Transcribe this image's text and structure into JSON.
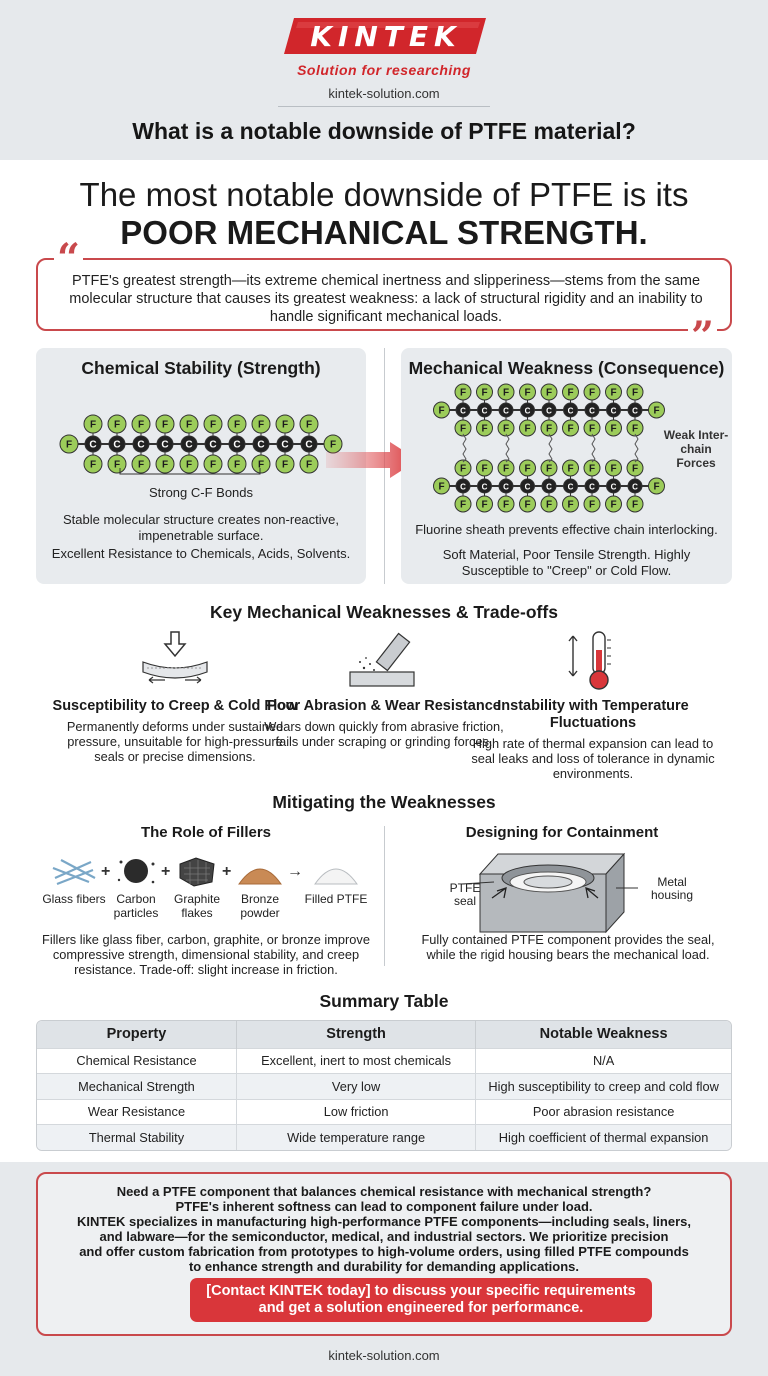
{
  "header": {
    "logo": "KINTEK",
    "tagline": "Solution for researching",
    "site": "kintek-solution.com",
    "question": "What is a notable downside of PTFE material?"
  },
  "headline": {
    "line1": "The most notable downside of PTFE is its",
    "line2": "POOR MECHANICAL STRENGTH."
  },
  "quote": "PTFE's greatest strength—its extreme chemical inertness and slipperiness—stems from the same molecular structure that causes its greatest weakness: a lack of structural rigidity and an inability to handle significant mechanical loads.",
  "comparison": {
    "left": {
      "title": "Chemical Stability (Strength)",
      "bond_label": "Strong C-F Bonds",
      "desc": "Stable molecular structure creates non-reactive, impenetrable surface.",
      "note": "Excellent Resistance to Chemicals, Acids, Solvents."
    },
    "right": {
      "title": "Mechanical Weakness (Consequence)",
      "force_label": "Weak Inter-chain Forces",
      "desc": "Fluorine sheath prevents effective chain interlocking.",
      "note": "Soft Material, Poor Tensile Strength. Highly Susceptible to \"Creep\" or Cold Flow."
    },
    "atoms": {
      "carbon": "C",
      "fluorine": "F"
    }
  },
  "weaknesses": {
    "title": "Key Mechanical Weaknesses & Trade-offs",
    "items": [
      {
        "icon": "press-icon",
        "title": "Susceptibility to Creep & Cold Flow",
        "desc": "Permanently deforms under sustained pressure, unsuitable for high-pressure seals or precise dimensions."
      },
      {
        "icon": "abrasion-icon",
        "title": "Poor Abrasion & Wear Resistance",
        "desc": "Wears down quickly from abrasive friction, fails under scraping or grinding forces."
      },
      {
        "icon": "thermometer-icon",
        "title": "Instability with Temperature Fluctuations",
        "desc": "High rate of thermal expansion can lead to seal leaks and loss of tolerance in dynamic environments."
      }
    ]
  },
  "mitigation": {
    "title": "Mitigating the Weaknesses",
    "fillers": {
      "title": "The Role of Fillers",
      "items": [
        "Glass fibers",
        "Carbon particles",
        "Graphite flakes",
        "Bronze powder",
        "Filled PTFE"
      ],
      "desc": "Fillers like glass fiber, carbon, graphite, or bronze improve compressive strength, dimensional stability, and creep resistance. Trade-off: slight increase in friction."
    },
    "containment": {
      "title": "Designing for Containment",
      "seal_label": "PTFE seal",
      "housing_label": "Metal housing",
      "desc": "Fully contained PTFE component provides the seal, while the rigid housing bears the mechanical load."
    }
  },
  "table": {
    "title": "Summary Table",
    "headers": [
      "Property",
      "Strength",
      "Notable Weakness"
    ],
    "rows": [
      [
        "Chemical Resistance",
        "Excellent, inert to most chemicals",
        "N/A"
      ],
      [
        "Mechanical Strength",
        "Very low",
        "High susceptibility to creep and cold flow"
      ],
      [
        "Wear Resistance",
        "Low friction",
        "Poor abrasion resistance"
      ],
      [
        "Thermal Stability",
        "Wide temperature range",
        "High coefficient of thermal expansion"
      ]
    ]
  },
  "cta": {
    "lines": [
      "Need a PTFE component that balances chemical resistance with mechanical strength?",
      "PTFE's inherent softness can lead to component failure under load.",
      "KINTEK specializes in manufacturing high-performance PTFE components—including seals, liners,",
      "and labware—for the semiconductor, medical, and industrial sectors. We prioritize precision",
      "and offer custom fabrication from prototypes to high-volume orders, using filled PTFE compounds",
      "to enhance strength and durability for demanding applications."
    ],
    "button_line1": "[Contact KINTEK today] to discuss your specific requirements",
    "button_line2": "and get a solution engineered for performance."
  },
  "footer": {
    "site": "kintek-solution.com"
  },
  "colors": {
    "accent": "#d1262b",
    "fluorine": "#9ccc5a",
    "carbon": "#222222",
    "panel": "#e8ebee"
  }
}
